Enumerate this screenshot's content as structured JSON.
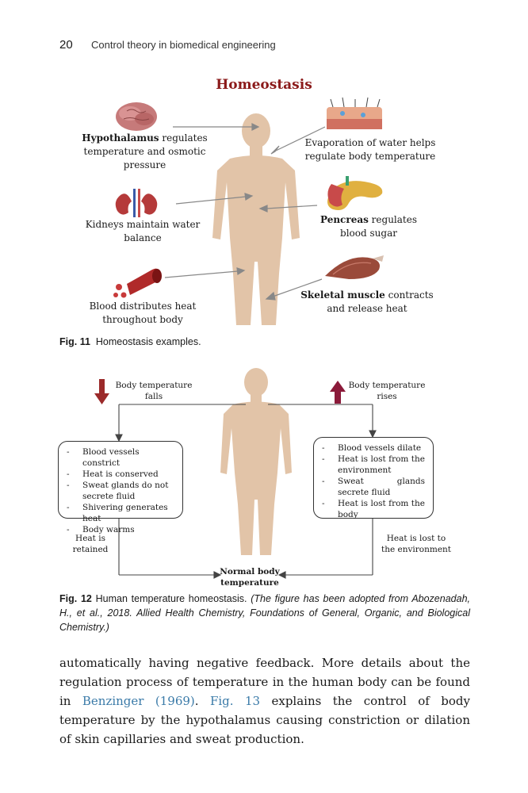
{
  "header": {
    "page_number": "20",
    "running_title": "Control theory in biomedical engineering"
  },
  "fig11": {
    "heading": "Homeostasis",
    "labels": {
      "hypothalamus_bold": "Hypothalamus",
      "hypothalamus_rest": " regulates temperature and osmotic pressure",
      "kidneys": "Kidneys maintain water balance",
      "blood": "Blood distributes heat throughout body",
      "evaporation": "Evaporation of water helps regulate body temperature",
      "pancreas_bold": "Pencreas",
      "pancreas_rest": " regulates blood sugar",
      "muscle_bold": "Skeletal muscle",
      "muscle_rest": " contracts and release heat"
    },
    "caption_label": "Fig. 11",
    "caption_text": "Homeostasis examples."
  },
  "fig12": {
    "falls_label": "Body temperature falls",
    "rises_label": "Body temperature rises",
    "left_items": [
      "Blood vessels constrict",
      "Heat is conserved",
      "Sweat glands do not secrete fluid",
      "Shivering generates heat",
      "Body warms"
    ],
    "right_items": [
      "Blood vessels dilate",
      "Heat is lost from the environment",
      "Sweat glands secrete fluid",
      "Heat is lost from the body"
    ],
    "retained_label": "Heat is retained",
    "lost_label": "Heat is lost to the environment",
    "normal_label": "Normal body temperature",
    "caption_label": "Fig. 12",
    "caption_text": "Human temperature homeostasis.",
    "caption_italic": "(The figure has been adopted from Abozenadah, H., et al., 2018. Allied Health Chemistry, Foundations of General, Organic, and Biological Chemistry.)",
    "colors": {
      "arrow_down": "#9b2a2a",
      "arrow_up": "#8b1a3a",
      "silhouette": "#e2c4a8"
    }
  },
  "body": {
    "text_1": "automatically having negative feedback. More details about the regulation process of temperature in the human body can be found in ",
    "link_1": "Benzinger (1969)",
    "text_2": ". ",
    "link_2": "Fig. 13",
    "text_3": " explains the control of body temperature by the hypothalamus causing constriction or dilation of skin capillaries and sweat production."
  }
}
